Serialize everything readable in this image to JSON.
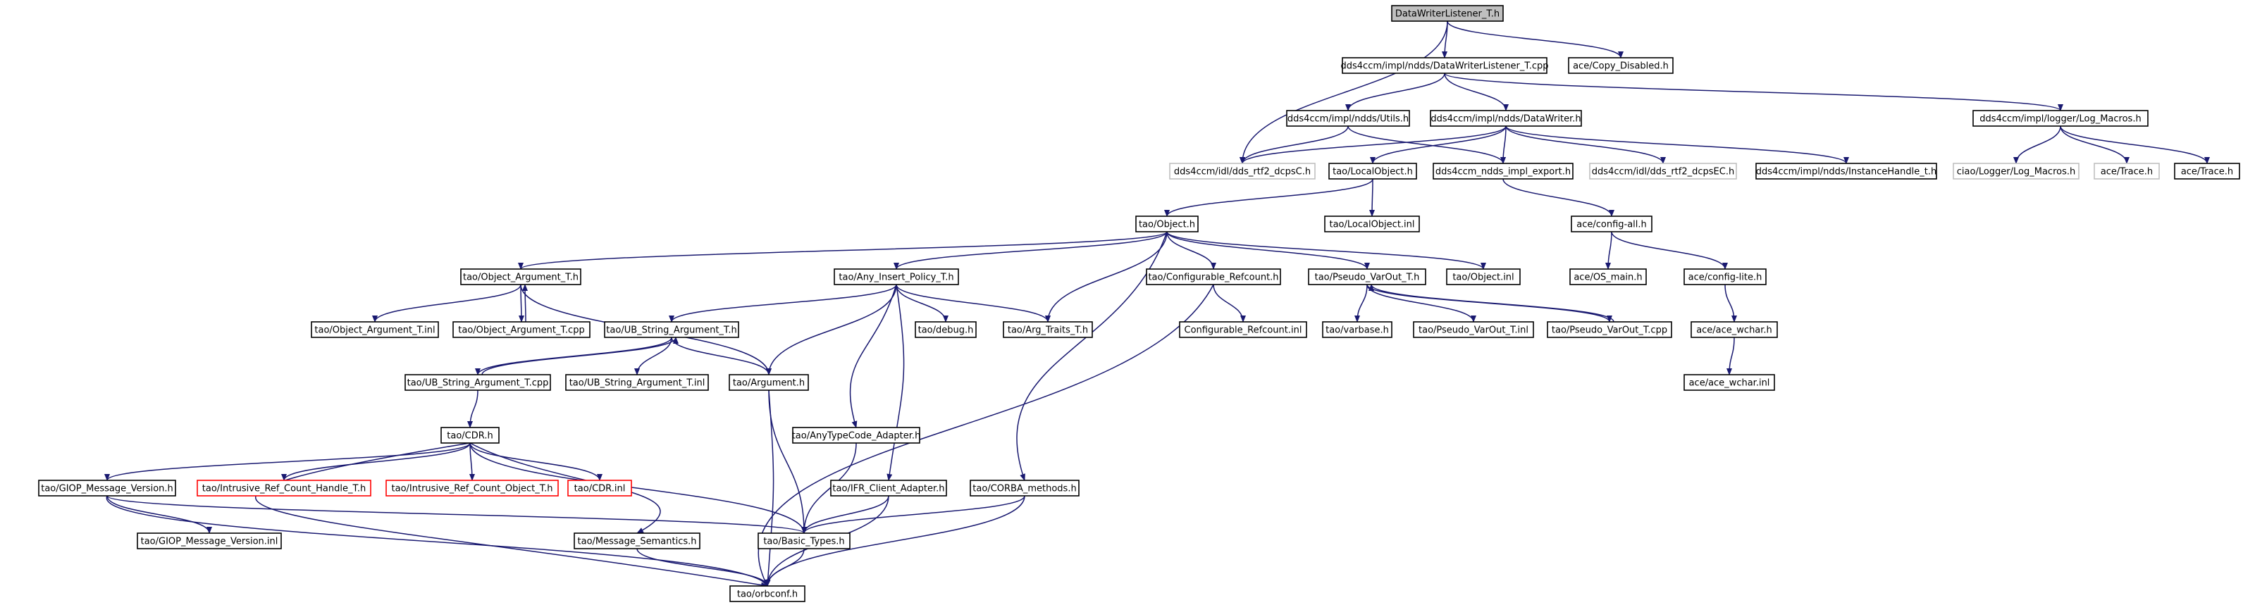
{
  "colors": {
    "edge": "#191970",
    "node_border": "#000000",
    "node_border_missing": "#bfbfbf",
    "node_border_incomplete": "#ff0000",
    "root_fill": "#bfbfbf",
    "node_fill": "#ffffff",
    "text": "#000000"
  },
  "nodes": [
    {
      "id": "root",
      "label": "DataWriterListener_T.h",
      "style": "root"
    },
    {
      "id": "dwl_cpp",
      "label": "dds4ccm/impl/ndds/DataWriterListener_T.cpp",
      "style": "normal"
    },
    {
      "id": "copy_disabled",
      "label": "ace/Copy_Disabled.h",
      "style": "normal"
    },
    {
      "id": "utils",
      "label": "dds4ccm/impl/ndds/Utils.h",
      "style": "normal"
    },
    {
      "id": "datawriter",
      "label": "dds4ccm/impl/ndds/DataWriter.h",
      "style": "normal"
    },
    {
      "id": "log_macros",
      "label": "dds4ccm/impl/logger/Log_Macros.h",
      "style": "normal"
    },
    {
      "id": "rtf2_dcpsC",
      "label": "dds4ccm/idl/dds_rtf2_dcpsC.h",
      "style": "missing"
    },
    {
      "id": "localobject",
      "label": "tao/LocalObject.h",
      "style": "normal"
    },
    {
      "id": "ndds_export",
      "label": "dds4ccm_ndds_impl_export.h",
      "style": "normal"
    },
    {
      "id": "rtf2_dcpsEC",
      "label": "dds4ccm/idl/dds_rtf2_dcpsEC.h",
      "style": "missing"
    },
    {
      "id": "instancehandle",
      "label": "dds4ccm/impl/ndds/InstanceHandle_t.h",
      "style": "normal"
    },
    {
      "id": "ciao_log",
      "label": "ciao/Logger/Log_Macros.h",
      "style": "missing"
    },
    {
      "id": "ace_trace_missing",
      "label": "ace/Trace.h",
      "style": "missing"
    },
    {
      "id": "ace_trace",
      "label": "ace/Trace.h",
      "style": "normal"
    },
    {
      "id": "localobject_inl",
      "label": "tao/LocalObject.inl",
      "style": "normal"
    },
    {
      "id": "config_all",
      "label": "ace/config-all.h",
      "style": "normal"
    },
    {
      "id": "object_h",
      "label": "tao/Object.h",
      "style": "normal"
    },
    {
      "id": "os_main",
      "label": "ace/OS_main.h",
      "style": "normal"
    },
    {
      "id": "config_lite",
      "label": "ace/config-lite.h",
      "style": "normal"
    },
    {
      "id": "obj_arg_h",
      "label": "tao/Object_Argument_T.h",
      "style": "normal"
    },
    {
      "id": "any_insert",
      "label": "tao/Any_Insert_Policy_T.h",
      "style": "normal"
    },
    {
      "id": "conf_refcount",
      "label": "tao/Configurable_Refcount.h",
      "style": "normal"
    },
    {
      "id": "pseudo_varout",
      "label": "tao/Pseudo_VarOut_T.h",
      "style": "normal"
    },
    {
      "id": "object_inl",
      "label": "tao/Object.inl",
      "style": "normal"
    },
    {
      "id": "ace_wchar_h",
      "label": "ace/ace_wchar.h",
      "style": "normal"
    },
    {
      "id": "obj_arg_inl",
      "label": "tao/Object_Argument_T.inl",
      "style": "normal"
    },
    {
      "id": "obj_arg_cpp",
      "label": "tao/Object_Argument_T.cpp",
      "style": "normal"
    },
    {
      "id": "ub_str_h",
      "label": "tao/UB_String_Argument_T.h",
      "style": "normal"
    },
    {
      "id": "debug_h",
      "label": "tao/debug.h",
      "style": "normal"
    },
    {
      "id": "arg_traits",
      "label": "tao/Arg_Traits_T.h",
      "style": "normal"
    },
    {
      "id": "conf_refcount_inl",
      "label": "Configurable_Refcount.inl",
      "style": "normal"
    },
    {
      "id": "varbase",
      "label": "tao/varbase.h",
      "style": "normal"
    },
    {
      "id": "pseudo_inl",
      "label": "tao/Pseudo_VarOut_T.inl",
      "style": "normal"
    },
    {
      "id": "pseudo_cpp",
      "label": "tao/Pseudo_VarOut_T.cpp",
      "style": "normal"
    },
    {
      "id": "ace_wchar_inl",
      "label": "ace/ace_wchar.inl",
      "style": "normal"
    },
    {
      "id": "ub_str_cpp",
      "label": "tao/UB_String_Argument_T.cpp",
      "style": "normal"
    },
    {
      "id": "ub_str_inl",
      "label": "tao/UB_String_Argument_T.inl",
      "style": "normal"
    },
    {
      "id": "argument_h",
      "label": "tao/Argument.h",
      "style": "normal"
    },
    {
      "id": "cdr_h",
      "label": "tao/CDR.h",
      "style": "normal"
    },
    {
      "id": "anytypecode",
      "label": "tao/AnyTypeCode_Adapter.h",
      "style": "normal"
    },
    {
      "id": "giop_h",
      "label": "tao/GIOP_Message_Version.h",
      "style": "normal"
    },
    {
      "id": "intr_handle",
      "label": "tao/Intrusive_Ref_Count_Handle_T.h",
      "style": "incomplete"
    },
    {
      "id": "intr_object",
      "label": "tao/Intrusive_Ref_Count_Object_T.h",
      "style": "incomplete"
    },
    {
      "id": "cdr_inl",
      "label": "tao/CDR.inl",
      "style": "incomplete"
    },
    {
      "id": "ifr_client",
      "label": "tao/IFR_Client_Adapter.h",
      "style": "normal"
    },
    {
      "id": "corba_methods",
      "label": "tao/CORBA_methods.h",
      "style": "normal"
    },
    {
      "id": "giop_inl",
      "label": "tao/GIOP_Message_Version.inl",
      "style": "normal"
    },
    {
      "id": "msg_semantics",
      "label": "tao/Message_Semantics.h",
      "style": "normal"
    },
    {
      "id": "basic_types",
      "label": "tao/Basic_Types.h",
      "style": "normal"
    },
    {
      "id": "orbconf",
      "label": "tao/orbconf.h",
      "style": "normal"
    }
  ],
  "edges": [
    [
      "root",
      "dwl_cpp"
    ],
    [
      "root",
      "copy_disabled"
    ],
    [
      "root",
      "rtf2_dcpsC"
    ],
    [
      "dwl_cpp",
      "utils"
    ],
    [
      "dwl_cpp",
      "datawriter"
    ],
    [
      "dwl_cpp",
      "log_macros"
    ],
    [
      "utils",
      "rtf2_dcpsC"
    ],
    [
      "utils",
      "ndds_export"
    ],
    [
      "datawriter",
      "rtf2_dcpsC"
    ],
    [
      "datawriter",
      "localobject"
    ],
    [
      "datawriter",
      "ndds_export"
    ],
    [
      "datawriter",
      "rtf2_dcpsEC"
    ],
    [
      "datawriter",
      "instancehandle"
    ],
    [
      "log_macros",
      "ciao_log"
    ],
    [
      "log_macros",
      "ace_trace_missing"
    ],
    [
      "log_macros",
      "ace_trace"
    ],
    [
      "localobject",
      "localobject_inl"
    ],
    [
      "localobject",
      "object_h"
    ],
    [
      "ndds_export",
      "config_all"
    ],
    [
      "config_all",
      "os_main"
    ],
    [
      "config_all",
      "config_lite"
    ],
    [
      "config_lite",
      "ace_wchar_h"
    ],
    [
      "ace_wchar_h",
      "ace_wchar_inl"
    ],
    [
      "object_h",
      "obj_arg_h"
    ],
    [
      "object_h",
      "any_insert"
    ],
    [
      "object_h",
      "arg_traits"
    ],
    [
      "object_h",
      "conf_refcount"
    ],
    [
      "object_h",
      "pseudo_varout"
    ],
    [
      "object_h",
      "object_inl"
    ],
    [
      "object_h",
      "corba_methods"
    ],
    [
      "obj_arg_h",
      "obj_arg_inl"
    ],
    [
      "obj_arg_h",
      "obj_arg_cpp"
    ],
    [
      "obj_arg_h",
      "argument_h"
    ],
    [
      "obj_arg_cpp",
      "obj_arg_h"
    ],
    [
      "any_insert",
      "ub_str_h"
    ],
    [
      "any_insert",
      "debug_h"
    ],
    [
      "any_insert",
      "arg_traits"
    ],
    [
      "any_insert",
      "argument_h"
    ],
    [
      "any_insert",
      "anytypecode"
    ],
    [
      "any_insert",
      "ifr_client"
    ],
    [
      "conf_refcount",
      "conf_refcount_inl"
    ],
    [
      "conf_refcount",
      "orbconf"
    ],
    [
      "pseudo_varout",
      "varbase"
    ],
    [
      "pseudo_varout",
      "pseudo_inl"
    ],
    [
      "pseudo_varout",
      "pseudo_cpp"
    ],
    [
      "pseudo_cpp",
      "pseudo_varout"
    ],
    [
      "ub_str_h",
      "ub_str_cpp"
    ],
    [
      "ub_str_h",
      "ub_str_inl"
    ],
    [
      "ub_str_h",
      "argument_h"
    ],
    [
      "ub_str_cpp",
      "ub_str_h"
    ],
    [
      "ub_str_cpp",
      "cdr_h"
    ],
    [
      "argument_h",
      "basic_types"
    ],
    [
      "argument_h",
      "orbconf"
    ],
    [
      "cdr_h",
      "giop_h"
    ],
    [
      "cdr_h",
      "intr_handle"
    ],
    [
      "cdr_h",
      "intr_object"
    ],
    [
      "cdr_h",
      "cdr_inl"
    ],
    [
      "cdr_h",
      "msg_semantics"
    ],
    [
      "cdr_h",
      "basic_types"
    ],
    [
      "cdr_h",
      "orbconf"
    ],
    [
      "anytypecode",
      "basic_types"
    ],
    [
      "ifr_client",
      "basic_types"
    ],
    [
      "ifr_client",
      "orbconf"
    ],
    [
      "corba_methods",
      "basic_types"
    ],
    [
      "corba_methods",
      "orbconf"
    ],
    [
      "giop_h",
      "giop_inl"
    ],
    [
      "giop_h",
      "basic_types"
    ],
    [
      "giop_h",
      "orbconf"
    ],
    [
      "msg_semantics",
      "orbconf"
    ],
    [
      "basic_types",
      "orbconf"
    ]
  ]
}
